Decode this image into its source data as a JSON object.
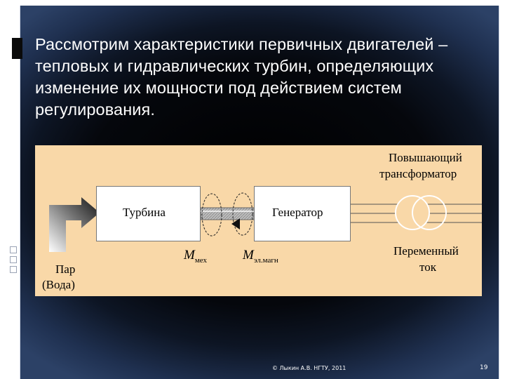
{
  "slide": {
    "title": "Рассмотрим характеристики первичных двигателей – тепловых и гидравлических турбин, определяющих изменение их мощности под действием систем регулирования.",
    "footer": "© Лыкин А.В. НГТУ, 2011",
    "page_number": "19"
  },
  "diagram": {
    "transformer_label_line1": "Повышающий",
    "transformer_label_line2": "трансформатор",
    "turbine_label": "Турбина",
    "generator_label": "Генератор",
    "ac_label_line1": "Переменный",
    "ac_label_line2": "ток",
    "steam_label_line1": "Пар",
    "steam_label_line2": "(Вода)",
    "torque_mech_symbol": "M",
    "torque_mech_subscript": "мех",
    "torque_em_symbol": "M",
    "torque_em_subscript": "эл.магн"
  }
}
